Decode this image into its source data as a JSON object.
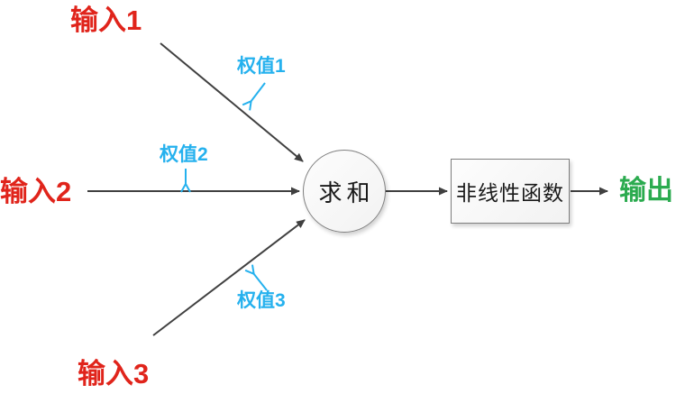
{
  "diagram": {
    "title": "perceptron-diagram",
    "inputs": [
      {
        "label": "输入1"
      },
      {
        "label": "输入2"
      },
      {
        "label": "输入3"
      }
    ],
    "weights": [
      {
        "label": "权值1"
      },
      {
        "label": "权值2"
      },
      {
        "label": "权值3"
      }
    ],
    "sum_node": {
      "label": "求和",
      "shape": "circle"
    },
    "function_node": {
      "label": "非线性函数",
      "shape": "rectangle"
    },
    "output": {
      "label": "输出"
    },
    "colors": {
      "input_label": "#e0241b",
      "weight_label": "#25b1ee",
      "output_label": "#2bab4f",
      "arrow_line": "#404040",
      "node_border": "#7f7f7f",
      "node_fill": "#f7f7f7"
    }
  }
}
